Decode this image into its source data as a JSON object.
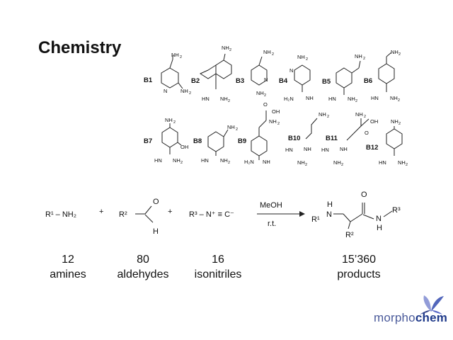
{
  "slide": {
    "title": "Chemistry"
  },
  "building_blocks": [
    {
      "label": "B1"
    },
    {
      "label": "B2"
    },
    {
      "label": "B3"
    },
    {
      "label": "B4"
    },
    {
      "label": "B5"
    },
    {
      "label": "B6"
    },
    {
      "label": "B7"
    },
    {
      "label": "B8"
    },
    {
      "label": "B9"
    },
    {
      "label": "B10"
    },
    {
      "label": "B11"
    },
    {
      "label": "B12"
    }
  ],
  "atoms": {
    "nh": "NH",
    "nh2_2": "2",
    "n": "N",
    "oh": "OH",
    "o": "O",
    "h2n": "H₂N",
    "hn": "HN",
    "h": "H"
  },
  "scheme": {
    "amine": "R¹ – NH₂",
    "plus": "+",
    "aldehyde_r": "R²",
    "isonitrile": "R³ – N⁺ ≡ C⁻",
    "reagent": "MeOH",
    "conditions": "r.t.",
    "product_r1": "R¹",
    "product_r2": "R²",
    "product_r3": "R³"
  },
  "counts": [
    {
      "number": "12",
      "label": "amines"
    },
    {
      "number": "80",
      "label": "aldehydes"
    },
    {
      "number": "16",
      "label": "isonitriles"
    },
    {
      "number": "15’360",
      "label": "products"
    }
  ],
  "logo": {
    "light": "morpho",
    "bold": "chem"
  }
}
